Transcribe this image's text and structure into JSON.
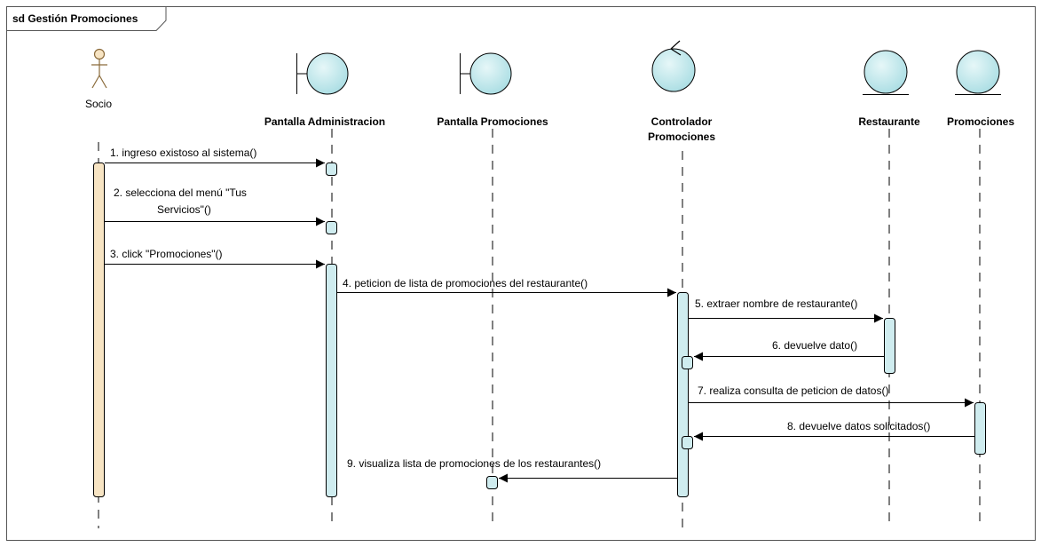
{
  "frame": {
    "title": "sd Gestión Promociones"
  },
  "participants": {
    "actor": {
      "name": "Socio",
      "kind": "actor"
    },
    "pantalla_admin": {
      "name": "Pantalla Administracion",
      "kind": "boundary"
    },
    "pantalla_promo": {
      "name": "Pantalla Promociones",
      "kind": "boundary"
    },
    "controlador": {
      "name_line1": "Controlador",
      "name_line2": "Promociones",
      "kind": "control"
    },
    "restaurante": {
      "name": "Restaurante",
      "kind": "entity"
    },
    "promociones": {
      "name": "Promociones",
      "kind": "entity"
    }
  },
  "messages": {
    "m1": "1. ingreso existoso al sistema()",
    "m2_line1": "2. selecciona del menú \"Tus",
    "m2_line2": "Servicios\"()",
    "m3": "3. click \"Promociones\"()",
    "m4": "4. peticion de lista de promociones del restaurante()",
    "m5": "5. extraer nombre de restaurante()",
    "m6": "6. devuelve dato()",
    "m7": "7. realiza consulta de peticion de datos()",
    "m8": "8. devuelve datos solicitados()",
    "m9": "9. visualiza lista de promociones de los restaurantes()"
  },
  "colors": {
    "actor_activation": "#f7e4c3",
    "object_fill": "#bfe8ec",
    "activation_fill": "#cfecef",
    "line": "#000000"
  }
}
